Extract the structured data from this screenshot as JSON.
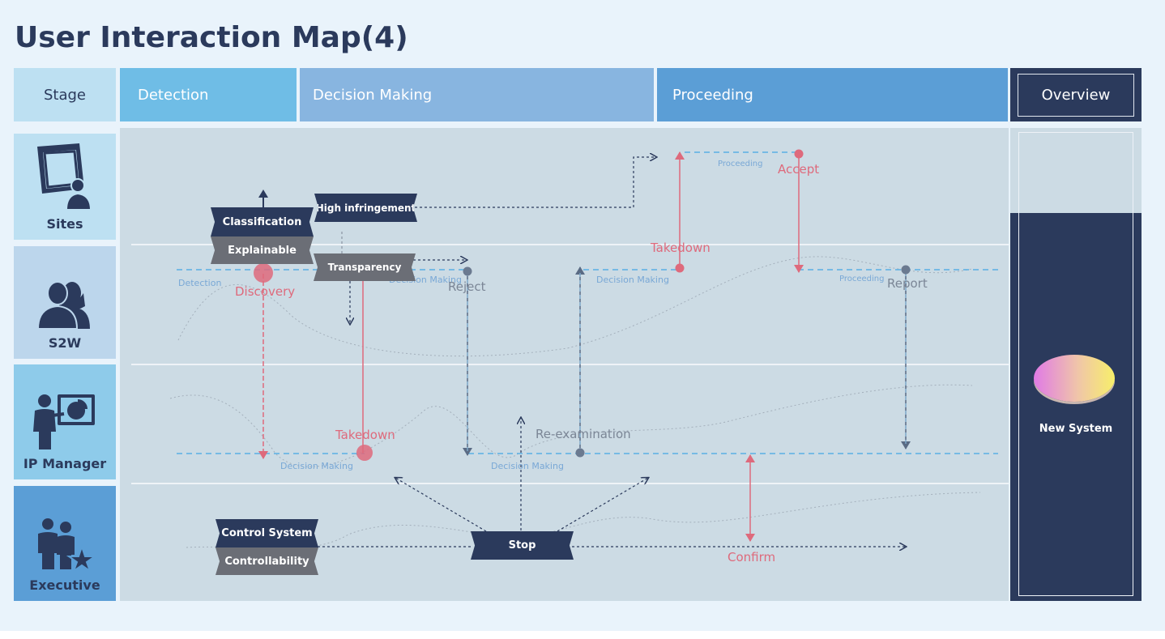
{
  "title": "User Interaction Map(4)",
  "stages": {
    "label": "Stage",
    "detection": "Detection",
    "decision": "Decision Making",
    "proceeding": "Proceeding",
    "overview": "Overview"
  },
  "lanes": {
    "sites": "Sites",
    "s2w": "S2W",
    "ip_manager": "IP Manager",
    "executive": "Executive"
  },
  "tags": {
    "classification": "Classification",
    "explainable": "Explainable",
    "high_infringement": "High infringement",
    "transparency": "Transparency",
    "control_system": "Control System",
    "controllability": "Controllability",
    "stop": "Stop"
  },
  "nodes": {
    "discovery": "Discovery",
    "takedown_ip": "Takedown",
    "reject": "Reject",
    "re_examination": "Re-examination",
    "takedown_s2w": "Takedown",
    "accept": "Accept",
    "report": "Report",
    "confirm": "Confirm"
  },
  "line_labels": {
    "detection": "Detection",
    "decision_1": "Decision Making",
    "decision_2": "Decision Making",
    "decision_3": "Decision Making",
    "decision_4": "Decision Making",
    "proceeding_1": "Proceeding",
    "proceeding_2": "Proceeding"
  },
  "overview": {
    "label": "New System"
  },
  "colors": {
    "navy": "#2b3a5c",
    "red": "#de6a7c",
    "blue_dash": "#5ab0e3",
    "panel": "#ccdbe4",
    "detection_header": "#6fbde6",
    "decision_header": "#88b5e0",
    "proceeding_header": "#5b9ed6"
  }
}
